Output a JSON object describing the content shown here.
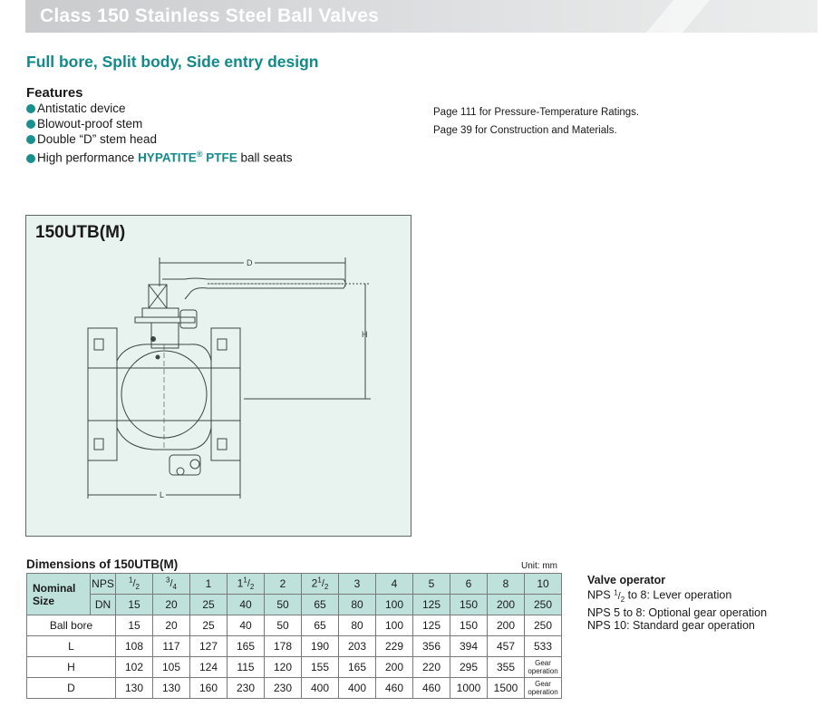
{
  "banner": {
    "title": "Class 150 Stainless Steel Ball Valves"
  },
  "subtitle": "Full bore, Split body, Side entry design",
  "features": {
    "heading": "Features",
    "items": [
      {
        "text": "Antistatic device"
      },
      {
        "text": "Blowout-proof stem"
      },
      {
        "text": "Double “D” stem head"
      },
      {
        "pre": "High performance ",
        "brand": "HYPATITE",
        "reg": "®",
        "brand2": " PTFE",
        "post": " ball seats"
      }
    ]
  },
  "notes": [
    "Page 111 for Pressure-Temperature Ratings.",
    "Page 39 for Construction and Materials."
  ],
  "figure": {
    "model": "150UTB(M)",
    "dim_labels": {
      "D": "D",
      "H": "H",
      "L": "L"
    }
  },
  "table": {
    "title": "Dimensions of 150UTB(M)",
    "unit": "Unit: mm",
    "nominal_size": "Nominal Size",
    "nps_label": "NPS",
    "dn_label": "DN",
    "nps": [
      "1/2",
      "3/4",
      "1",
      "1 1/2",
      "2",
      "2 1/2",
      "3",
      "4",
      "5",
      "6",
      "8",
      "10"
    ],
    "dn": [
      "15",
      "20",
      "25",
      "40",
      "50",
      "65",
      "80",
      "100",
      "125",
      "150",
      "200",
      "250"
    ],
    "rows": [
      {
        "label": "Ball bore",
        "values": [
          "15",
          "20",
          "25",
          "40",
          "50",
          "65",
          "80",
          "100",
          "125",
          "150",
          "200",
          "250"
        ]
      },
      {
        "label": "L",
        "values": [
          "108",
          "117",
          "127",
          "165",
          "178",
          "190",
          "203",
          "229",
          "356",
          "394",
          "457",
          "533"
        ]
      },
      {
        "label": "H",
        "values": [
          "102",
          "105",
          "124",
          "115",
          "120",
          "155",
          "165",
          "200",
          "220",
          "295",
          "355",
          "Gear operation"
        ]
      },
      {
        "label": "D",
        "values": [
          "130",
          "130",
          "160",
          "230",
          "230",
          "400",
          "400",
          "460",
          "460",
          "1000",
          "1500",
          "Gear operation"
        ]
      }
    ]
  },
  "valve_operator": {
    "heading": "Valve operator",
    "lines": [
      {
        "pre": "NPS ",
        "frac": "1/2",
        "post": " to 8: Lever operation"
      },
      {
        "pre": "NPS 5 to 8: Optional gear operation"
      },
      {
        "pre": "NPS 10: Standard gear operation"
      }
    ]
  },
  "colors": {
    "accent": "#128a8a",
    "table_header": "#bfe1dc",
    "figure_bg": "#e8f2ee",
    "banner": "#d3d5d6"
  }
}
